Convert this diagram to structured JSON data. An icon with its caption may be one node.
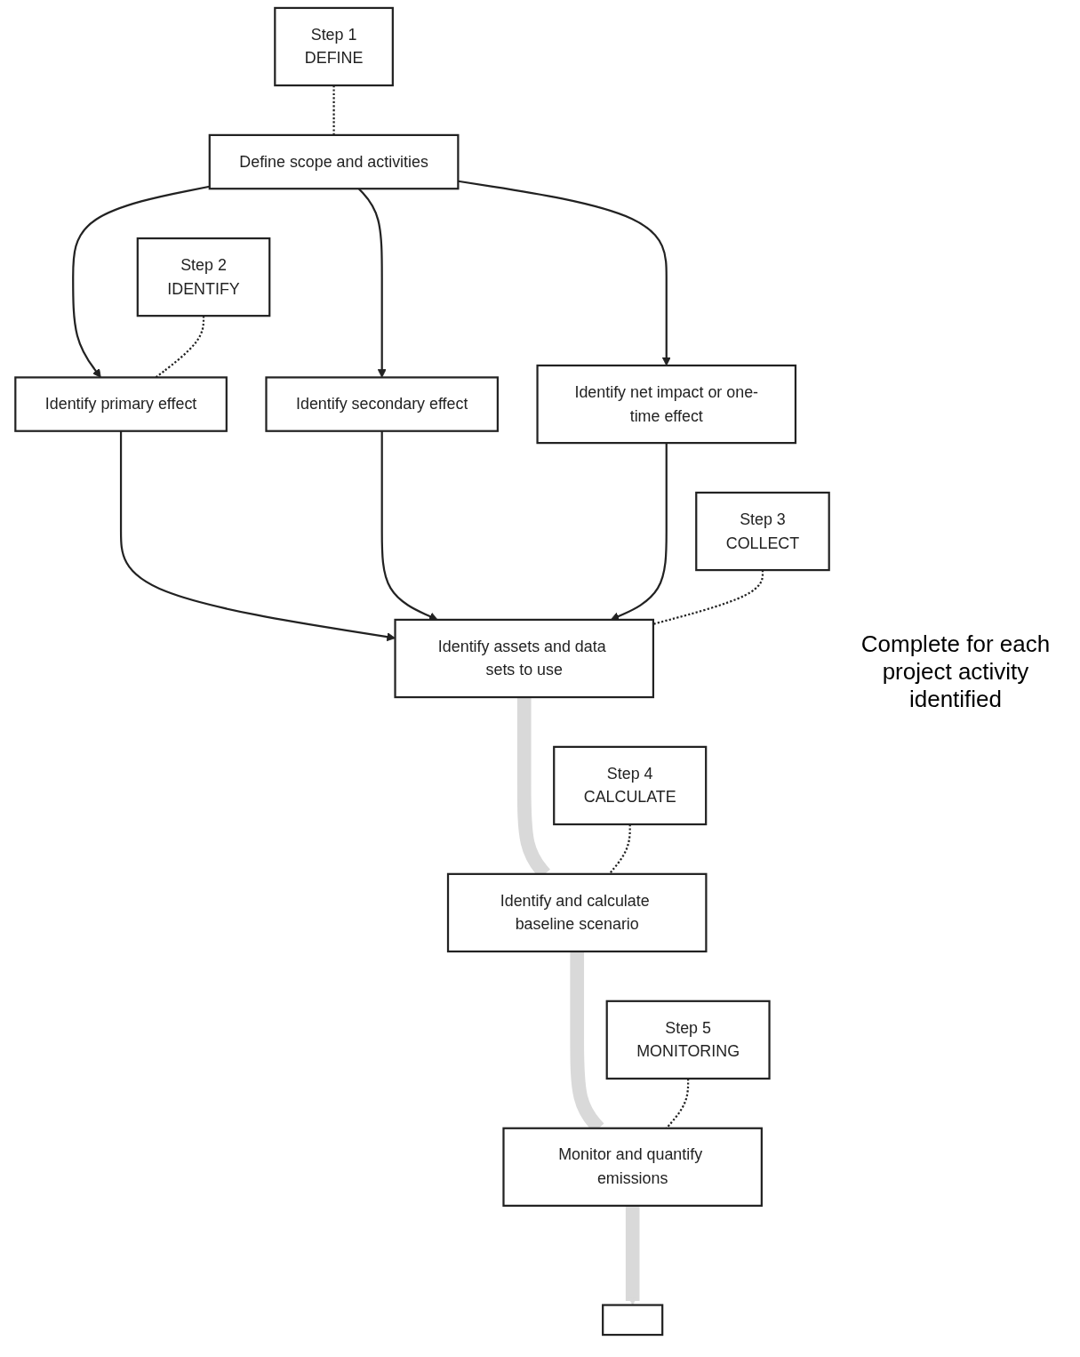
{
  "diagram": {
    "nodes": [
      {
        "text": [
          "Step 1",
          "DEFINE"
        ]
      },
      {
        "text": [
          "Define scope and activities"
        ]
      },
      {
        "text": [
          "Step 2",
          "IDENTIFY"
        ]
      },
      {
        "text": [
          "Identify primary effect"
        ]
      },
      {
        "text": [
          "Identify secondary effect"
        ]
      },
      {
        "text": [
          "Identify net impact or one-time effect"
        ]
      },
      {
        "text": [
          "Step 3",
          "COLLECT"
        ]
      },
      {
        "text": [
          "Identify assets and data sets to use"
        ]
      },
      {
        "text": [
          "Step 4",
          "CALCULATE"
        ]
      },
      {
        "text": [
          "Identify and calculate baseline scenario"
        ]
      },
      {
        "text": [
          "Step 5",
          "MONITORING"
        ]
      },
      {
        "text": [
          "Monitor and quantify emissions"
        ]
      },
      {
        "text": [],
        "shape": "box"
      }
    ],
    "edges": [
      {
        "from": 0,
        "to": 1,
        "arrow": "none",
        "style": "dashed"
      },
      {
        "from": 1,
        "to": 3,
        "arrow": "to"
      },
      {
        "from": 1,
        "to": 4,
        "arrow": "to"
      },
      {
        "from": 1,
        "to": 5,
        "arrow": "to"
      },
      {
        "from": 2,
        "to": 3,
        "arrow": "none",
        "style": "dashed"
      },
      {
        "from": 3,
        "to": 7,
        "arrow": "to"
      },
      {
        "from": 4,
        "to": 7,
        "arrow": "to"
      },
      {
        "from": 5,
        "to": 7,
        "arrow": "to"
      },
      {
        "from": 6,
        "to": 7,
        "arrow": "none",
        "style": "dashed"
      },
      {
        "from": 7,
        "to": 9,
        "arrow": "none",
        "style": "thick",
        "color": "#d9d9d9"
      },
      {
        "from": 8,
        "to": 9,
        "arrow": "none",
        "style": "dashed"
      },
      {
        "from": 9,
        "to": 11,
        "arrow": "none",
        "style": "thick",
        "color": "#d9d9d9"
      },
      {
        "from": 10,
        "to": 11,
        "arrow": "none",
        "style": "dashed"
      },
      {
        "from": 11,
        "to": 12,
        "arrow": "to",
        "style": "thick",
        "color": "#d9d9d9"
      }
    ],
    "labels": [
      "Complete for each project activity identified"
    ]
  }
}
